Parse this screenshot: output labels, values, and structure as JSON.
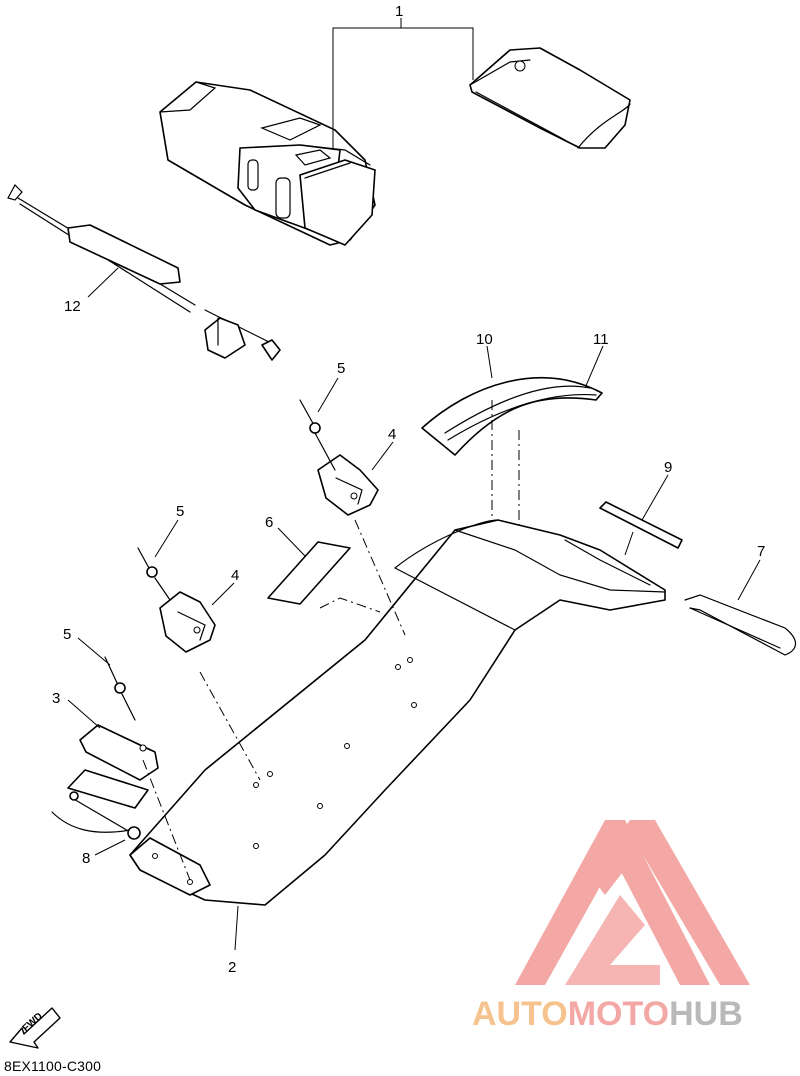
{
  "callouts": {
    "c1": "1",
    "c2": "2",
    "c3": "3",
    "c4a": "4",
    "c4b": "4",
    "c5a": "5",
    "c5b": "5",
    "c5c": "5",
    "c6": "6",
    "c7": "7",
    "c8": "8",
    "c9": "9",
    "c10": "10",
    "c11": "11",
    "c12": "12"
  },
  "fwd_label": "FWD",
  "diagram_code": "8EX1100-C300",
  "watermark": {
    "part1": "AUTO",
    "part2": "MOTO",
    "part3": "HUB",
    "color_orange": "#f6c28e",
    "color_red": "#f4a8a6",
    "color_gray": "#b9b9b9"
  },
  "icons": [
    "fwd-arrow-icon",
    "automotohub-logo-icon"
  ]
}
